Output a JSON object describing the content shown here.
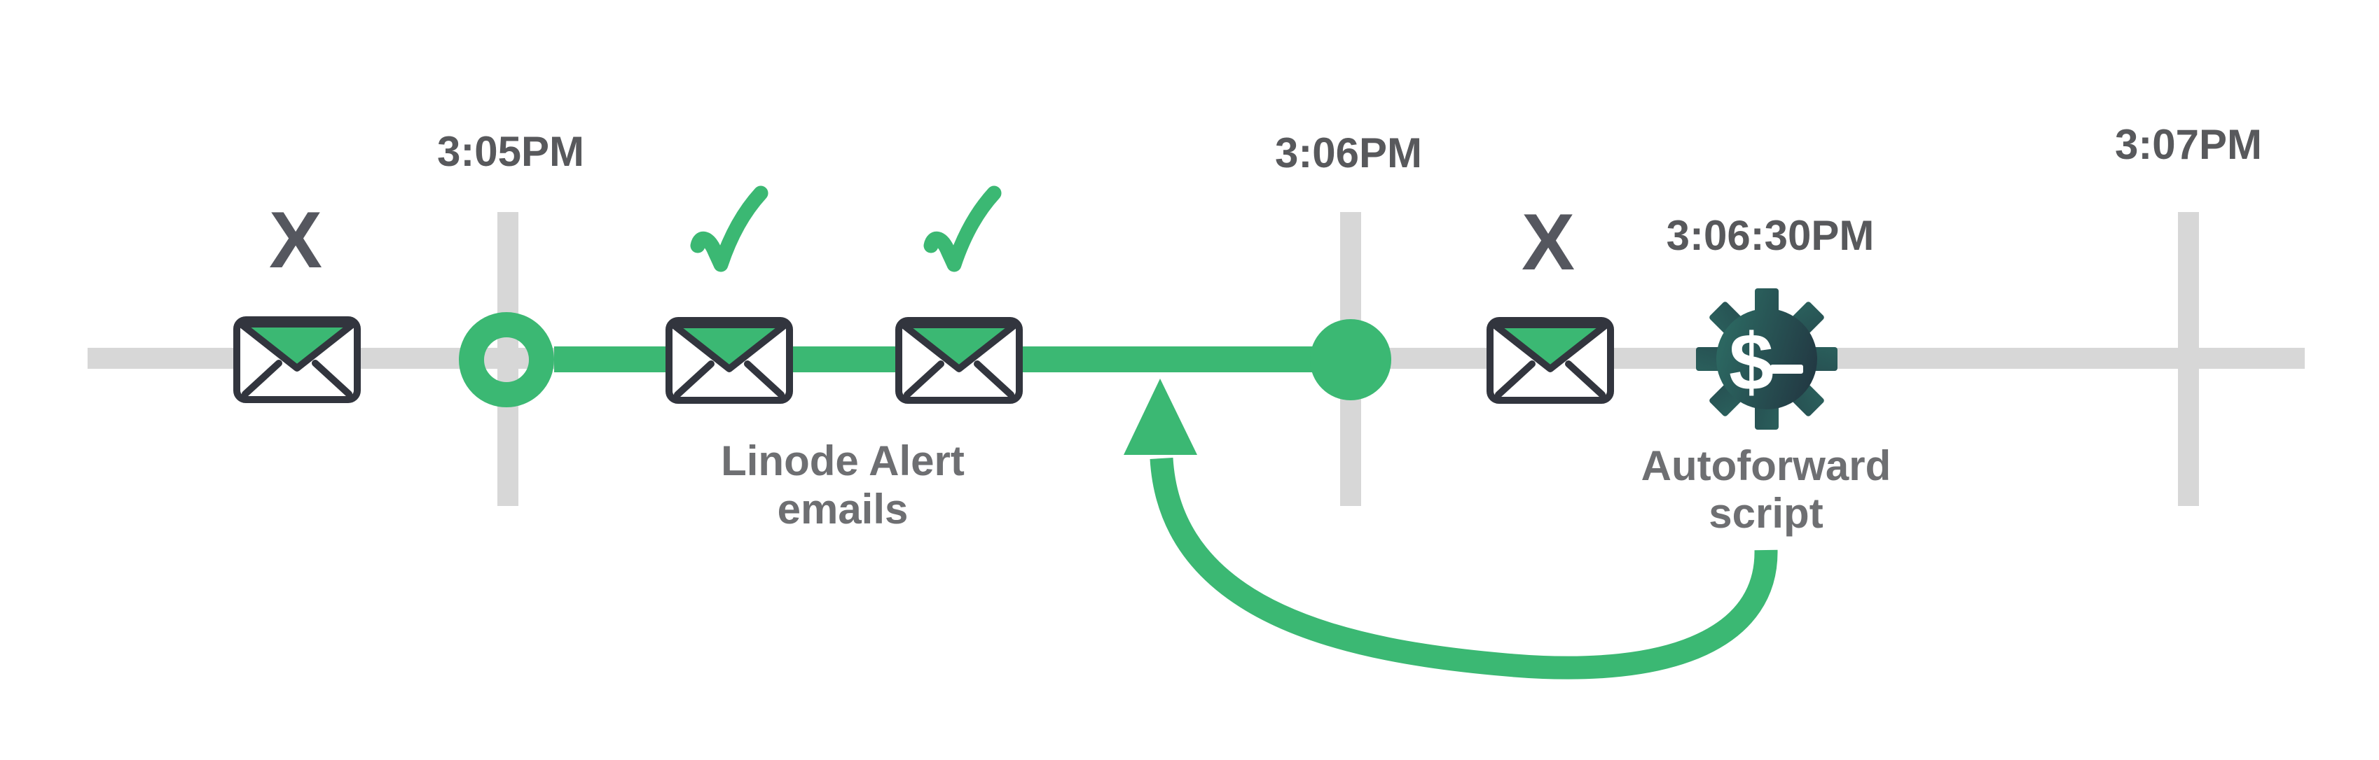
{
  "diagram_title": "Linode alert email autoforward timeline",
  "colors": {
    "background": "#ffffff",
    "green": "#3bb873",
    "track_gray": "#d7d7d7",
    "envelope_stroke": "#32353e",
    "envelope_fill": "#ffffff",
    "x_mark_gray": "#55575f",
    "time_label_gray": "#58595c",
    "caption_gray": "#6e6f72",
    "gear_teal": "#2e7268",
    "gear_navy": "#202e3c",
    "white": "#ffffff"
  },
  "timeline": {
    "ticks": [
      {
        "label": "3:05PM"
      },
      {
        "label": "3:06PM"
      },
      {
        "label": "3:07PM"
      }
    ]
  },
  "events": {
    "missed_before": {
      "status_glyph": "X",
      "icon": "envelope"
    },
    "alert_emails": {
      "caption_line1": "Linode Alert",
      "caption_line2": "emails",
      "status": "delivered",
      "icon": "envelope"
    },
    "missed_after": {
      "status_glyph": "X",
      "icon": "envelope"
    },
    "autoforward": {
      "time": "3:06:30PM",
      "caption_line1": "Autoforward",
      "caption_line2": "script",
      "dollar_glyph": "$",
      "icon": "gear-shell-prompt"
    }
  }
}
